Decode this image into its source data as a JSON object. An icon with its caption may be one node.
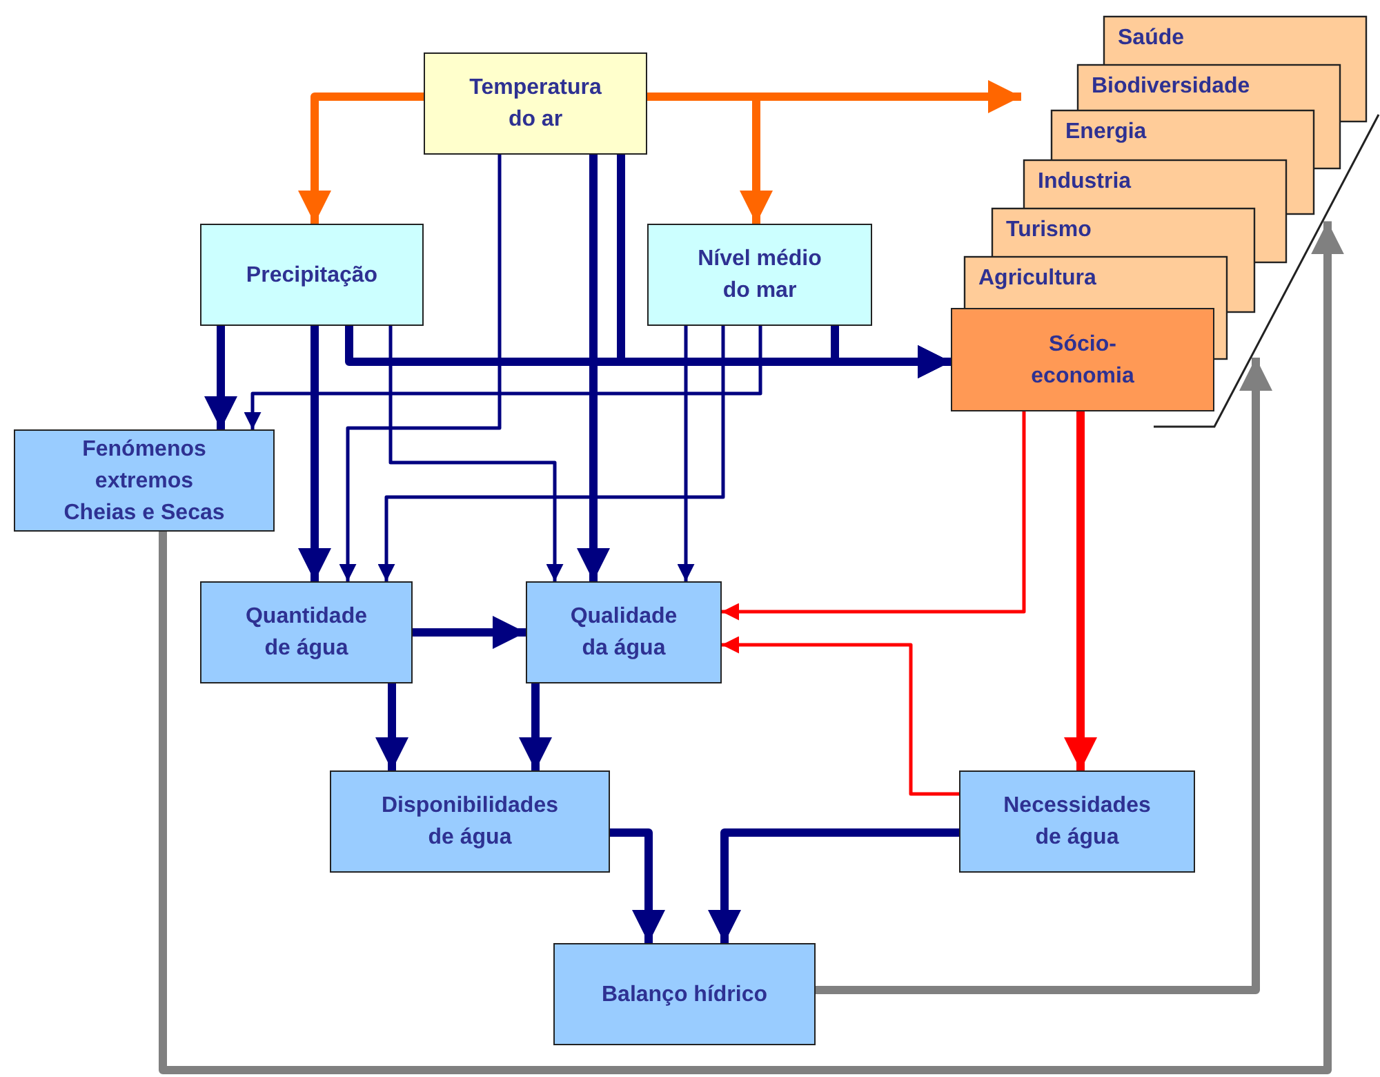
{
  "diagram": {
    "nodes": [
      {
        "text": [
          "Temperatura do ar"
        ]
      },
      {
        "text": [
          "Precipitação"
        ]
      },
      {
        "text": [
          "Nível médio do mar"
        ]
      },
      {
        "text": [
          "Saúde"
        ]
      },
      {
        "text": [
          "Biodiversidade"
        ]
      },
      {
        "text": [
          "Energia"
        ]
      },
      {
        "text": [
          "Industria"
        ]
      },
      {
        "text": [
          "Turismo"
        ]
      },
      {
        "text": [
          "Agricultura"
        ]
      },
      {
        "text": [
          "Sócio-economia"
        ]
      },
      {
        "text": [
          "Fenómenos extremos Cheias e Secas"
        ]
      },
      {
        "text": [
          "Quantidade de água"
        ]
      },
      {
        "text": [
          "Qualidade da água"
        ]
      },
      {
        "text": [
          "Disponibilidades de água"
        ]
      },
      {
        "text": [
          "Necessidades de água"
        ]
      },
      {
        "text": [
          "Balanço hídrico"
        ]
      },
      {
        "text": [],
        "shape": "bracket"
      }
    ],
    "edges": [
      {
        "from": 0,
        "to": 1,
        "arrow": "to",
        "color": "#ff6600"
      },
      {
        "from": 0,
        "to": 2,
        "arrow": "to",
        "color": "#ff6600"
      },
      {
        "from": 0,
        "to": 5,
        "arrow": "to",
        "color": "#ff6600"
      },
      {
        "from": 1,
        "to": 10,
        "arrow": "to"
      },
      {
        "from": 1,
        "to": 11,
        "arrow": "to"
      },
      {
        "from": 1,
        "to": 9,
        "arrow": "to"
      },
      {
        "from": 1,
        "to": 12,
        "arrow": "to"
      },
      {
        "from": 0,
        "to": 11,
        "arrow": "to"
      },
      {
        "from": 0,
        "to": 12,
        "arrow": "to"
      },
      {
        "from": 0,
        "to": 9,
        "arrow": "to"
      },
      {
        "from": 2,
        "to": 12,
        "arrow": "to"
      },
      {
        "from": 2,
        "to": 11,
        "arrow": "to"
      },
      {
        "from": 2,
        "to": 10,
        "arrow": "to"
      },
      {
        "from": 2,
        "to": 9,
        "arrow": "to"
      },
      {
        "from": 11,
        "to": 12,
        "arrow": "to"
      },
      {
        "from": 11,
        "to": 13,
        "arrow": "to"
      },
      {
        "from": 12,
        "to": 13,
        "arrow": "to"
      },
      {
        "from": 13,
        "to": 15,
        "arrow": "to"
      },
      {
        "from": 14,
        "to": 15,
        "arrow": "to"
      },
      {
        "from": 9,
        "to": 12,
        "arrow": "to",
        "color": "#ff0000"
      },
      {
        "from": 9,
        "to": 14,
        "arrow": "to",
        "color": "#ff0000"
      },
      {
        "from": 14,
        "to": 12,
        "arrow": "to",
        "color": "#ff0000"
      },
      {
        "from": 15,
        "to": 16,
        "arrow": "to",
        "color": "#808080"
      },
      {
        "from": 10,
        "to": 16,
        "arrow": "to",
        "color": "#808080"
      }
    ]
  }
}
